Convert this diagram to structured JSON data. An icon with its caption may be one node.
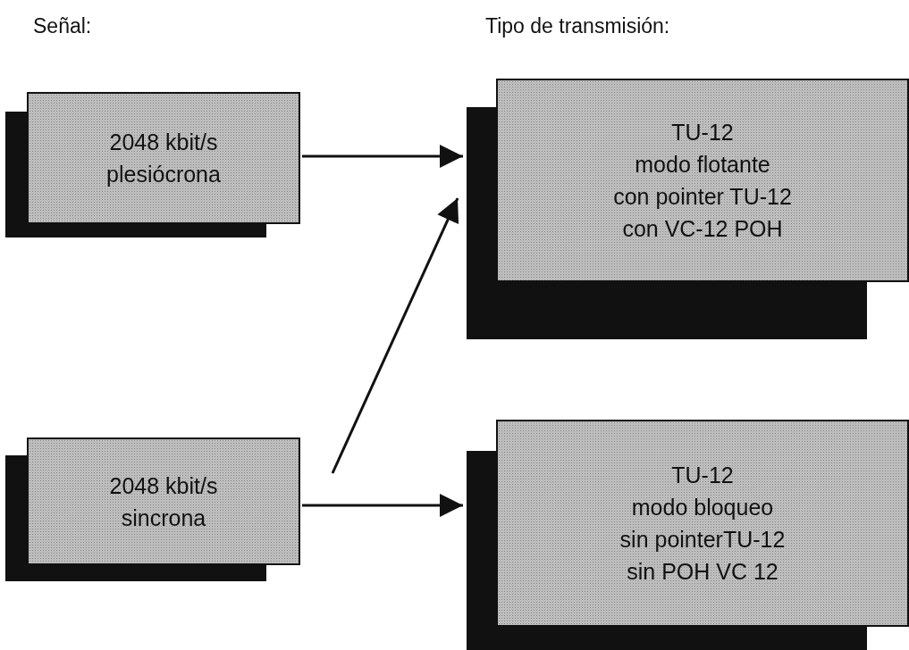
{
  "diagram": {
    "nodes": [
      {
        "text": [
          "2048 kbit/s",
          "plesiócrona"
        ]
      },
      {
        "text": [
          "2048 kbit/s",
          "sincrona"
        ]
      },
      {
        "text": [
          "TU-12",
          "modo flotante",
          "con pointer TU-12",
          "con VC-12 POH"
        ]
      },
      {
        "text": [
          "TU-12",
          "modo bloqueo",
          "sin pointerTU-12",
          "sin POH VC 12"
        ]
      }
    ],
    "edges": [
      {
        "from": 0,
        "to": 2,
        "arrow": "to"
      },
      {
        "from": 1,
        "to": 2,
        "arrow": "to"
      },
      {
        "from": 1,
        "to": 3,
        "arrow": "to"
      }
    ],
    "labels": [
      "Señal:",
      "Tipo de transmisión:"
    ]
  }
}
